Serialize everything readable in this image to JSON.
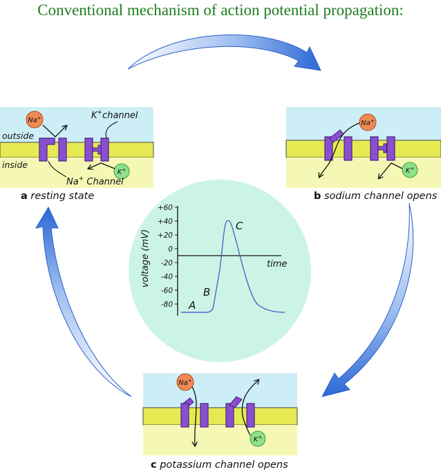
{
  "title": "Conventional mechanism of action potential propagation:",
  "panels": {
    "a": {
      "letter": "a",
      "caption": "resting state",
      "outside_label": "outside",
      "inside_label": "inside",
      "k_channel_label_pre": "K",
      "k_channel_label_post": "channel",
      "na_channel_label_pre": "Na",
      "na_channel_label_post": " Channel",
      "na_ion": "Na",
      "k_ion": "K",
      "superscript": "+"
    },
    "b": {
      "letter": "b",
      "caption": "sodium channel opens",
      "na_ion": "Na",
      "k_ion": "K",
      "superscript": "+"
    },
    "c": {
      "letter": "c",
      "caption": "potassium channel opens",
      "na_ion": "Na",
      "k_ion": "K",
      "superscript": "+"
    }
  },
  "graph": {
    "ylabel": "voltage (mV)",
    "xlabel": "time",
    "yticks": [
      "+60",
      "+40",
      "+20",
      "0",
      "-20",
      "-40",
      "-60",
      "-80"
    ],
    "phase_labels": [
      "A",
      "B",
      "C"
    ]
  },
  "colors": {
    "title": "#1e7d1e",
    "outside": "#cdeef6",
    "inside": "#f5f8b4",
    "membrane": "#e6ea52",
    "channel": "#8a4fd0",
    "na_ion": "#f08a55",
    "k_ion": "#8fe08a",
    "circle": "#ccf4e6",
    "arrow": "#2c68d6",
    "trace": "#5561c8"
  }
}
